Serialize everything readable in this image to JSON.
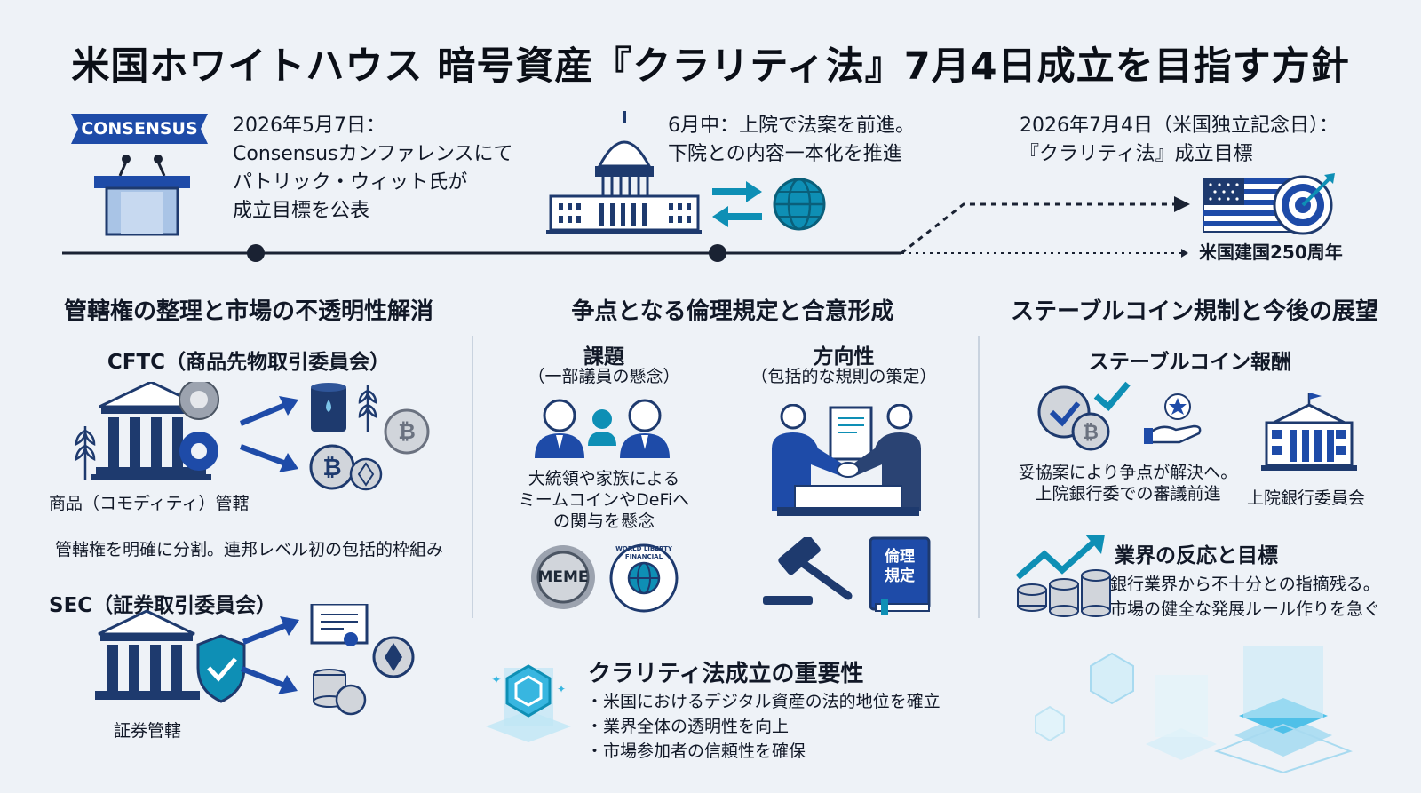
{
  "title": "米国ホワイトハウス 暗号資産『クラリティ法』7月4日成立を目指す方針",
  "timeline": {
    "consensus_badge": "CONSENSUS",
    "event1_lines": [
      "2026年5月7日：",
      "Consensusカンファレンスにて",
      "パトリック・ウィット氏が",
      "成立目標を公表"
    ],
    "event2_lines": [
      "6月中：上院で法案を前進。",
      "下院との内容一本化を推進"
    ],
    "event3_lines": [
      "2026年7月4日（米国独立記念日）：",
      "『クラリティ法』成立目標"
    ],
    "anniversary": "米国建国250周年"
  },
  "left": {
    "title": "管轄権の整理と市場の不透明性解消",
    "cftc_title": "CFTC（商品先物取引委員会）",
    "cftc_caption": "商品（コモディティ）管轄",
    "split_note": "管轄権を明確に分割。連邦レベル初の包括的枠組み",
    "sec_title": "SEC（証券取引委員会）",
    "sec_caption": "証券管轄"
  },
  "middle": {
    "title": "争点となる倫理規定と合意形成",
    "issue_title": "課題",
    "issue_sub": "（一部議員の懸念）",
    "issue_lines": [
      "大統領や家族による",
      "ミームコインやDeFiへ",
      "の関与を懸念"
    ],
    "meme_label": "MEME",
    "wlf_label": "WORLD LIBERTY FINANCIAL",
    "direction_title": "方向性",
    "direction_sub": "（包括的な規則の策定）",
    "ethics_book_lines": [
      "倫理",
      "規定"
    ]
  },
  "right": {
    "title": "ステーブルコイン規制と今後の展望",
    "reward_title": "ステーブルコイン報酬",
    "reward_lines": [
      "妥協案により争点が解決へ。",
      "上院銀行委での審議前進"
    ],
    "committee_caption": "上院銀行委員会",
    "industry_title": "業界の反応と目標",
    "industry_lines": [
      "銀行業界から不十分との指摘残る。",
      "市場の健全な発展ルール作りを急ぐ"
    ]
  },
  "importance": {
    "title": "クラリティ法成立の重要性",
    "bullets": [
      "・米国におけるデジタル資産の法的地位を確立",
      "・業界全体の透明性を向上",
      "・市場参加者の信頼性を確保"
    ]
  },
  "colors": {
    "navy": "#1e3a6e",
    "blue": "#1d4ed8",
    "teal": "#0e8fb5",
    "gray": "#9ca3af"
  }
}
